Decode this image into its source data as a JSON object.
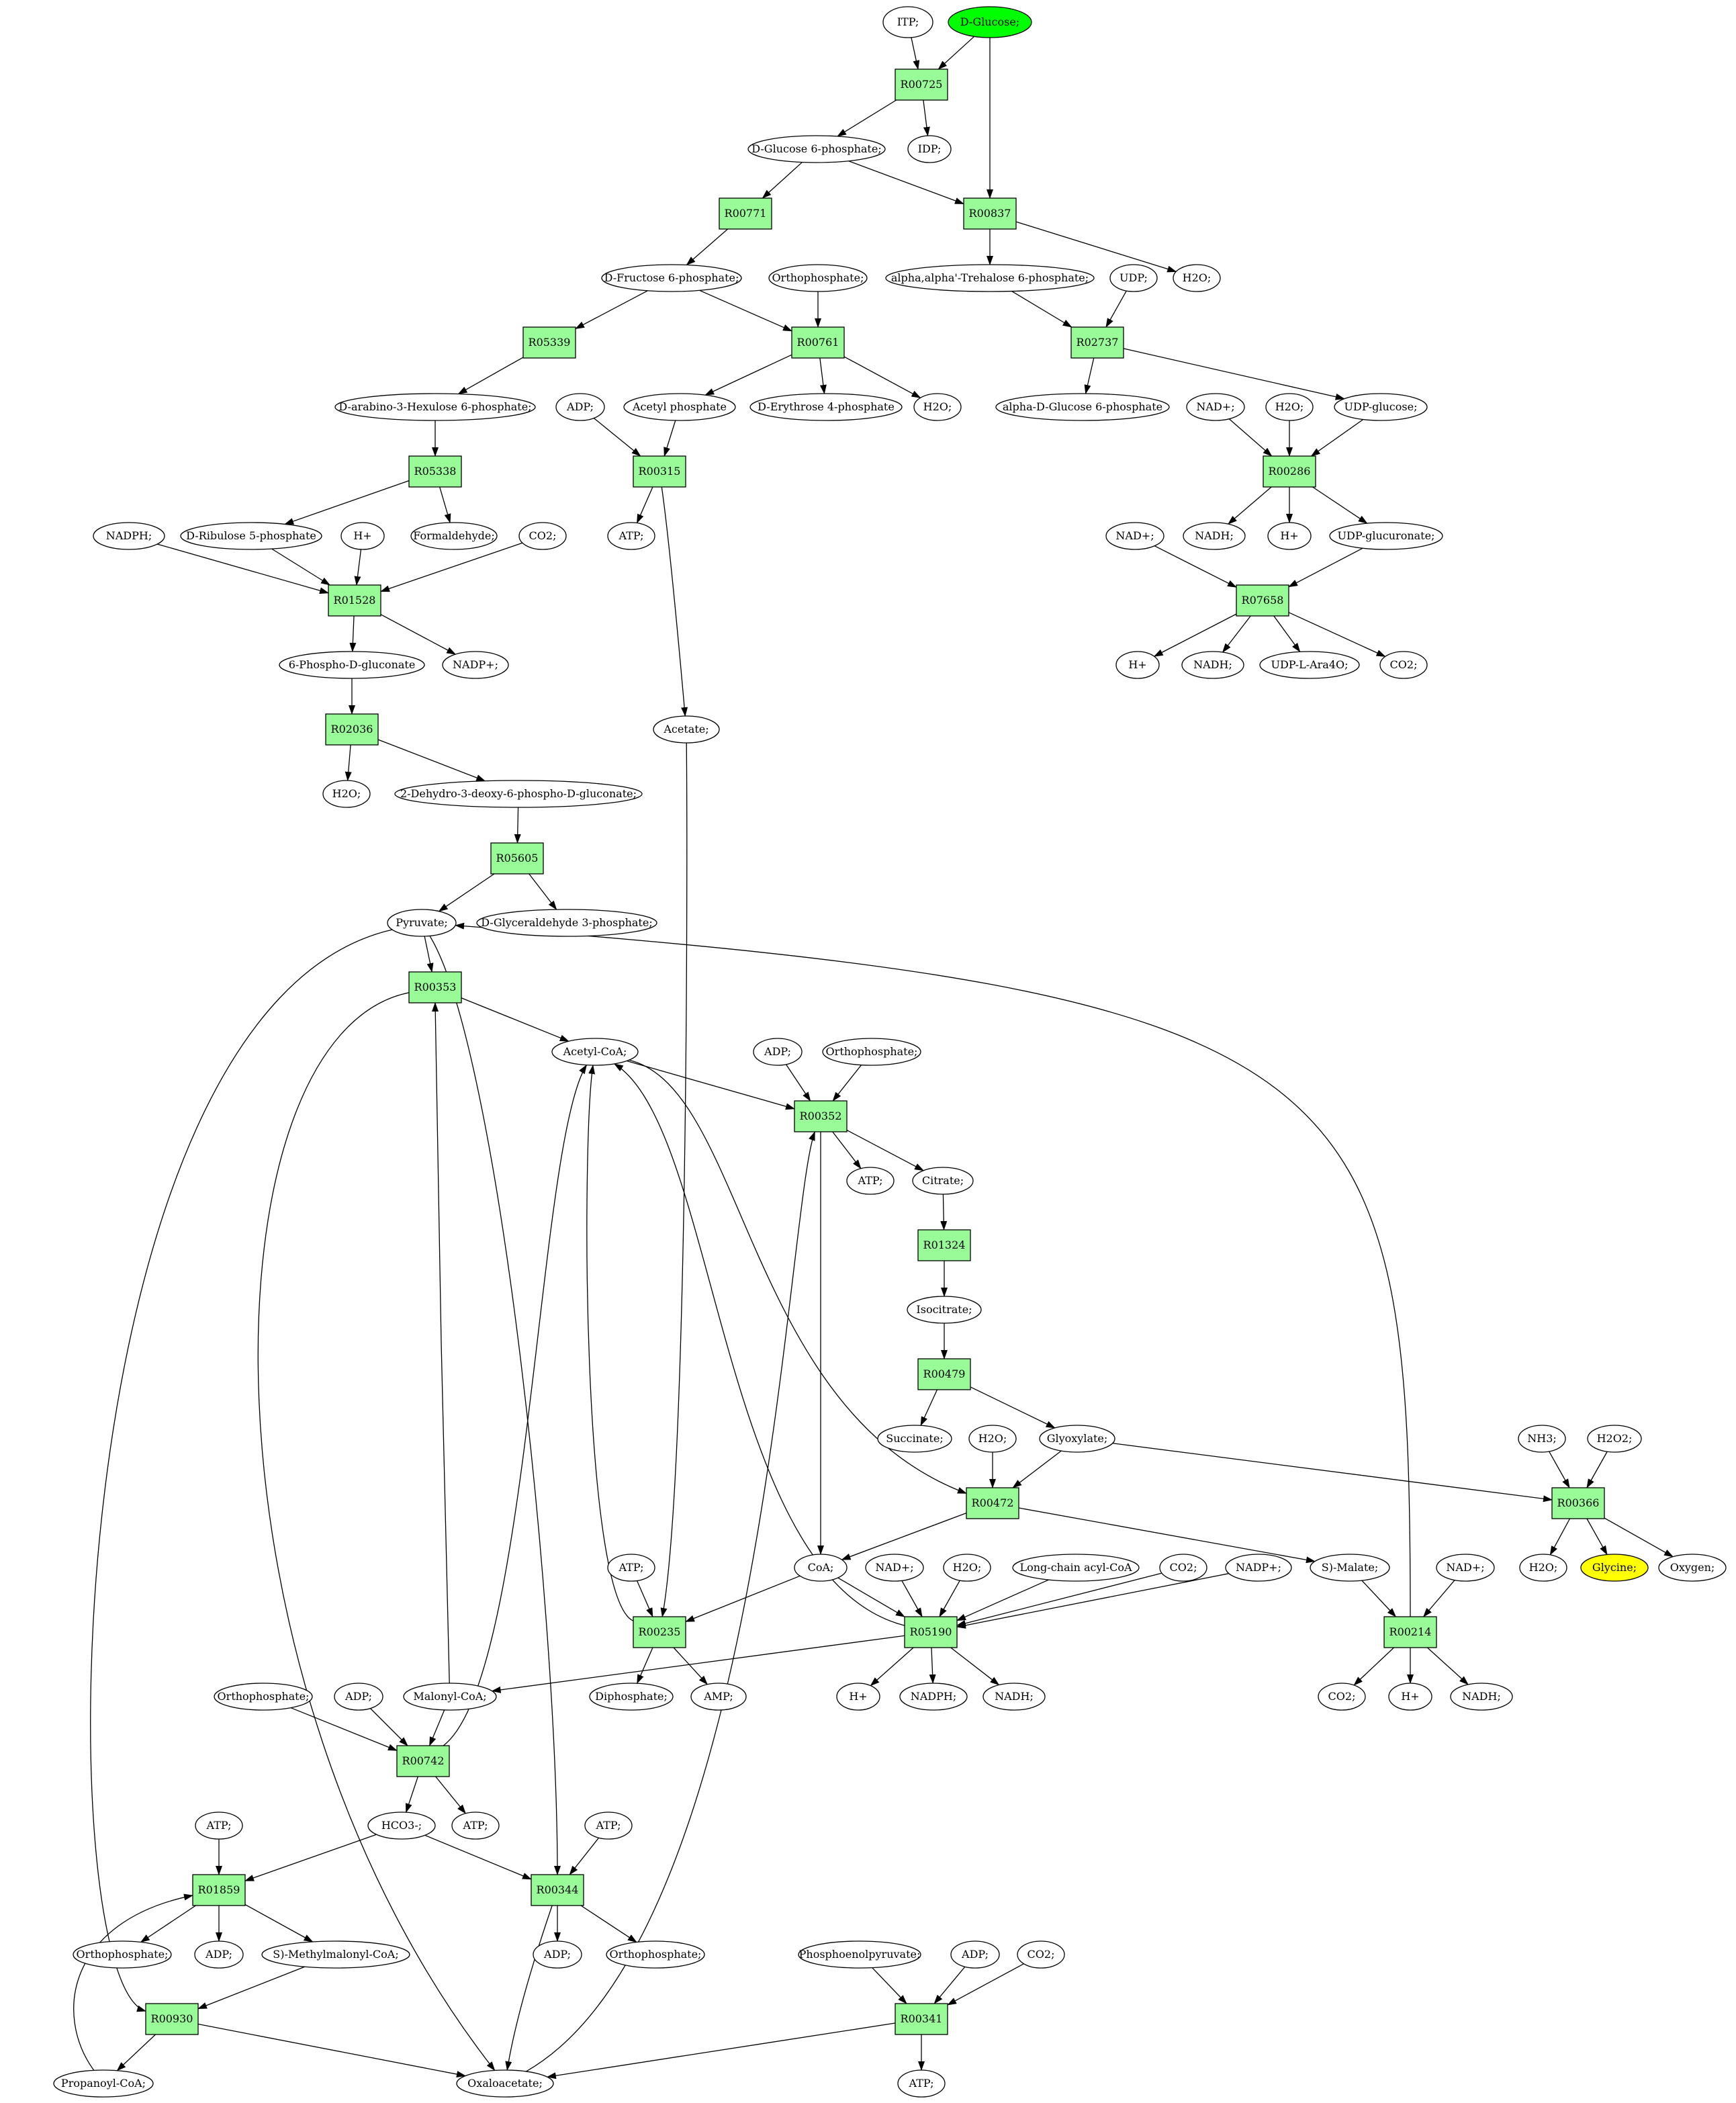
{
  "colors": {
    "reaction_fill": "#98fb98",
    "start_fill": "#00ff00",
    "target_fill": "#ffff00",
    "metabolite_fill": "#ffffff"
  },
  "nodes": [
    {
      "id": "itp",
      "label": "ITP;",
      "kind": "met"
    },
    {
      "id": "dglucose",
      "label": "D-Glucose;",
      "kind": "start"
    },
    {
      "id": "R00725",
      "label": "R00725",
      "kind": "rxn"
    },
    {
      "id": "g6p",
      "label": "D-Glucose 6-phosphate;",
      "kind": "met"
    },
    {
      "id": "idp",
      "label": "IDP;",
      "kind": "met"
    },
    {
      "id": "R00771",
      "label": "R00771",
      "kind": "rxn"
    },
    {
      "id": "R00837",
      "label": "R00837",
      "kind": "rxn"
    },
    {
      "id": "f6p",
      "label": "D-Fructose 6-phosphate;",
      "kind": "met"
    },
    {
      "id": "pi_1",
      "label": "Orthophosphate;",
      "kind": "met"
    },
    {
      "id": "t6p",
      "label": "alpha,alpha'-Trehalose 6-phosphate;",
      "kind": "met"
    },
    {
      "id": "udp",
      "label": "UDP;",
      "kind": "met"
    },
    {
      "id": "h2o_1",
      "label": "H2O;",
      "kind": "met"
    },
    {
      "id": "R05339",
      "label": "R05339",
      "kind": "rxn"
    },
    {
      "id": "R00761",
      "label": "R00761",
      "kind": "rxn"
    },
    {
      "id": "R02737",
      "label": "R02737",
      "kind": "rxn"
    },
    {
      "id": "hexulose",
      "label": "D-arabino-3-Hexulose 6-phosphate;",
      "kind": "met"
    },
    {
      "id": "adp_1",
      "label": "ADP;",
      "kind": "met"
    },
    {
      "id": "acp",
      "label": "Acetyl phosphate",
      "kind": "met"
    },
    {
      "id": "e4p",
      "label": "D-Erythrose 4-phosphate",
      "kind": "met"
    },
    {
      "id": "h2o_2",
      "label": "H2O;",
      "kind": "met"
    },
    {
      "id": "ag6p",
      "label": "alpha-D-Glucose 6-phosphate",
      "kind": "met"
    },
    {
      "id": "nad_1",
      "label": "NAD+;",
      "kind": "met"
    },
    {
      "id": "h2o_3",
      "label": "H2O;",
      "kind": "met"
    },
    {
      "id": "udpglc",
      "label": "UDP-glucose;",
      "kind": "met"
    },
    {
      "id": "R05338",
      "label": "R05338",
      "kind": "rxn"
    },
    {
      "id": "R00315",
      "label": "R00315",
      "kind": "rxn"
    },
    {
      "id": "R00286",
      "label": "R00286",
      "kind": "rxn"
    },
    {
      "id": "nadph_1",
      "label": "NADPH;",
      "kind": "met"
    },
    {
      "id": "ru5p",
      "label": "D-Ribulose 5-phosphate",
      "kind": "met"
    },
    {
      "id": "hplus_1",
      "label": "H+",
      "kind": "met"
    },
    {
      "id": "formald",
      "label": "Formaldehyde;",
      "kind": "met"
    },
    {
      "id": "co2_1",
      "label": "CO2;",
      "kind": "met"
    },
    {
      "id": "atp_1",
      "label": "ATP;",
      "kind": "met"
    },
    {
      "id": "nad_2",
      "label": "NAD+;",
      "kind": "met"
    },
    {
      "id": "nadh_1",
      "label": "NADH;",
      "kind": "met"
    },
    {
      "id": "hplus_2",
      "label": "H+",
      "kind": "met"
    },
    {
      "id": "udpglcur",
      "label": "UDP-glucuronate;",
      "kind": "met"
    },
    {
      "id": "R01528",
      "label": "R01528",
      "kind": "rxn"
    },
    {
      "id": "R07658",
      "label": "R07658",
      "kind": "rxn"
    },
    {
      "id": "pgluconate",
      "label": "6-Phospho-D-gluconate",
      "kind": "met"
    },
    {
      "id": "nadp_1",
      "label": "NADP+;",
      "kind": "met"
    },
    {
      "id": "hplus_3",
      "label": "H+",
      "kind": "met"
    },
    {
      "id": "nadh_2",
      "label": "NADH;",
      "kind": "met"
    },
    {
      "id": "udpara",
      "label": "UDP-L-Ara4O;",
      "kind": "met"
    },
    {
      "id": "co2_2",
      "label": "CO2;",
      "kind": "met"
    },
    {
      "id": "R02036",
      "label": "R02036",
      "kind": "rxn"
    },
    {
      "id": "acetate",
      "label": "Acetate;",
      "kind": "met"
    },
    {
      "id": "h2o_4",
      "label": "H2O;",
      "kind": "met"
    },
    {
      "id": "kdpg",
      "label": "2-Dehydro-3-deoxy-6-phospho-D-gluconate;",
      "kind": "met"
    },
    {
      "id": "R05605",
      "label": "R05605",
      "kind": "rxn"
    },
    {
      "id": "pyruvate",
      "label": "Pyruvate;",
      "kind": "met"
    },
    {
      "id": "gap",
      "label": "D-Glyceraldehyde 3-phosphate;",
      "kind": "met"
    },
    {
      "id": "R00353",
      "label": "R00353",
      "kind": "rxn"
    },
    {
      "id": "acoa",
      "label": "Acetyl-CoA;",
      "kind": "met"
    },
    {
      "id": "adp_2",
      "label": "ADP;",
      "kind": "met"
    },
    {
      "id": "pi_2",
      "label": "Orthophosphate;",
      "kind": "met"
    },
    {
      "id": "R00352",
      "label": "R00352",
      "kind": "rxn"
    },
    {
      "id": "atp_2",
      "label": "ATP;",
      "kind": "met"
    },
    {
      "id": "citrate",
      "label": "Citrate;",
      "kind": "met"
    },
    {
      "id": "R01324",
      "label": "R01324",
      "kind": "rxn"
    },
    {
      "id": "isocitrate",
      "label": "Isocitrate;",
      "kind": "met"
    },
    {
      "id": "R00479",
      "label": "R00479",
      "kind": "rxn"
    },
    {
      "id": "succinate",
      "label": "Succinate;",
      "kind": "met"
    },
    {
      "id": "h2o_5",
      "label": "H2O;",
      "kind": "met"
    },
    {
      "id": "glyoxylate",
      "label": "Glyoxylate;",
      "kind": "met"
    },
    {
      "id": "nh3",
      "label": "NH3;",
      "kind": "met"
    },
    {
      "id": "h2o2",
      "label": "H2O2;",
      "kind": "met"
    },
    {
      "id": "R00472",
      "label": "R00472",
      "kind": "rxn"
    },
    {
      "id": "R00366",
      "label": "R00366",
      "kind": "rxn"
    },
    {
      "id": "atp_3",
      "label": "ATP;",
      "kind": "met"
    },
    {
      "id": "coa",
      "label": "CoA;",
      "kind": "met"
    },
    {
      "id": "nad_3",
      "label": "NAD+;",
      "kind": "met"
    },
    {
      "id": "h2o_6",
      "label": "H2O;",
      "kind": "met"
    },
    {
      "id": "lcacoa",
      "label": "Long-chain acyl-CoA",
      "kind": "met"
    },
    {
      "id": "co2_3",
      "label": "CO2;",
      "kind": "met"
    },
    {
      "id": "nadp_2",
      "label": "NADP+;",
      "kind": "met"
    },
    {
      "id": "smalate",
      "label": "S)-Malate;",
      "kind": "met"
    },
    {
      "id": "nad_4",
      "label": "NAD+;",
      "kind": "met"
    },
    {
      "id": "h2o_7",
      "label": "H2O;",
      "kind": "met"
    },
    {
      "id": "glycine",
      "label": "Glycine;",
      "kind": "target"
    },
    {
      "id": "oxygen",
      "label": "Oxygen;",
      "kind": "met"
    },
    {
      "id": "R00235",
      "label": "R00235",
      "kind": "rxn"
    },
    {
      "id": "R05190",
      "label": "R05190",
      "kind": "rxn"
    },
    {
      "id": "R00214",
      "label": "R00214",
      "kind": "rxn"
    },
    {
      "id": "pi_3",
      "label": "Orthophosphate;",
      "kind": "met"
    },
    {
      "id": "adp_3",
      "label": "ADP;",
      "kind": "met"
    },
    {
      "id": "malcoa",
      "label": "Malonyl-CoA;",
      "kind": "met"
    },
    {
      "id": "ppi",
      "label": "Diphosphate;",
      "kind": "met"
    },
    {
      "id": "amp",
      "label": "AMP;",
      "kind": "met"
    },
    {
      "id": "hplus_4",
      "label": "H+",
      "kind": "met"
    },
    {
      "id": "nadph_2",
      "label": "NADPH;",
      "kind": "met"
    },
    {
      "id": "nadh_3",
      "label": "NADH;",
      "kind": "met"
    },
    {
      "id": "co2_4",
      "label": "CO2;",
      "kind": "met"
    },
    {
      "id": "hplus_5",
      "label": "H+",
      "kind": "met"
    },
    {
      "id": "nadh_4",
      "label": "NADH;",
      "kind": "met"
    },
    {
      "id": "R00742",
      "label": "R00742",
      "kind": "rxn"
    },
    {
      "id": "atp_4",
      "label": "ATP;",
      "kind": "met"
    },
    {
      "id": "hco3",
      "label": "HCO3-;",
      "kind": "met"
    },
    {
      "id": "atp_5",
      "label": "ATP;",
      "kind": "met"
    },
    {
      "id": "atp_6",
      "label": "ATP;",
      "kind": "met"
    },
    {
      "id": "R01859",
      "label": "R01859",
      "kind": "rxn"
    },
    {
      "id": "R00344",
      "label": "R00344",
      "kind": "rxn"
    },
    {
      "id": "pi_4",
      "label": "Orthophosphate;",
      "kind": "met"
    },
    {
      "id": "adp_4",
      "label": "ADP;",
      "kind": "met"
    },
    {
      "id": "smmcoa",
      "label": "S)-Methylmalonyl-CoA;",
      "kind": "met"
    },
    {
      "id": "adp_5",
      "label": "ADP;",
      "kind": "met"
    },
    {
      "id": "pi_5",
      "label": "Orthophosphate;",
      "kind": "met"
    },
    {
      "id": "pep",
      "label": "Phosphoenolpyruvate;",
      "kind": "met"
    },
    {
      "id": "adp_6",
      "label": "ADP;",
      "kind": "met"
    },
    {
      "id": "co2_5",
      "label": "CO2;",
      "kind": "met"
    },
    {
      "id": "R00930",
      "label": "R00930",
      "kind": "rxn"
    },
    {
      "id": "R00341",
      "label": "R00341",
      "kind": "rxn"
    },
    {
      "id": "propcoa",
      "label": "Propanoyl-CoA;",
      "kind": "met"
    },
    {
      "id": "oaa",
      "label": "Oxaloacetate;",
      "kind": "met"
    },
    {
      "id": "atp_7",
      "label": "ATP;",
      "kind": "met"
    }
  ],
  "edges": [
    [
      "itp",
      "R00725"
    ],
    [
      "dglucose",
      "R00725"
    ],
    [
      "R00725",
      "g6p"
    ],
    [
      "R00725",
      "idp"
    ],
    [
      "dglucose",
      "R00837"
    ],
    [
      "g6p",
      "R00771"
    ],
    [
      "g6p",
      "R00837"
    ],
    [
      "R00771",
      "f6p"
    ],
    [
      "R00837",
      "t6p"
    ],
    [
      "R00837",
      "h2o_1"
    ],
    [
      "f6p",
      "R05339"
    ],
    [
      "f6p",
      "R00761"
    ],
    [
      "pi_1",
      "R00761"
    ],
    [
      "t6p",
      "R02737"
    ],
    [
      "udp",
      "R02737"
    ],
    [
      "R05339",
      "hexulose"
    ],
    [
      "R00761",
      "acp"
    ],
    [
      "R00761",
      "e4p"
    ],
    [
      "R00761",
      "h2o_2"
    ],
    [
      "R02737",
      "ag6p"
    ],
    [
      "R02737",
      "udpglc"
    ],
    [
      "hexulose",
      "R05338"
    ],
    [
      "adp_1",
      "R00315"
    ],
    [
      "acp",
      "R00315"
    ],
    [
      "nad_1",
      "R00286"
    ],
    [
      "h2o_3",
      "R00286"
    ],
    [
      "udpglc",
      "R00286"
    ],
    [
      "R05338",
      "ru5p"
    ],
    [
      "R05338",
      "formald"
    ],
    [
      "R00315",
      "atp_1"
    ],
    [
      "R00315",
      "acetate"
    ],
    [
      "R00286",
      "nadh_1"
    ],
    [
      "R00286",
      "hplus_2"
    ],
    [
      "R00286",
      "udpglcur"
    ],
    [
      "nadph_1",
      "R01528"
    ],
    [
      "ru5p",
      "R01528"
    ],
    [
      "hplus_1",
      "R01528"
    ],
    [
      "co2_1",
      "R01528"
    ],
    [
      "nad_2",
      "R07658"
    ],
    [
      "udpglcur",
      "R07658"
    ],
    [
      "R01528",
      "pgluconate"
    ],
    [
      "R01528",
      "nadp_1"
    ],
    [
      "R07658",
      "hplus_3"
    ],
    [
      "R07658",
      "nadh_2"
    ],
    [
      "R07658",
      "udpara"
    ],
    [
      "R07658",
      "co2_2"
    ],
    [
      "pgluconate",
      "R02036"
    ],
    [
      "R02036",
      "h2o_4"
    ],
    [
      "R02036",
      "kdpg"
    ],
    [
      "kdpg",
      "R05605"
    ],
    [
      "R05605",
      "pyruvate"
    ],
    [
      "R05605",
      "gap"
    ],
    [
      "pyruvate",
      "R00353"
    ],
    [
      "R00353",
      "acoa"
    ],
    [
      "adp_2",
      "R00352"
    ],
    [
      "pi_2",
      "R00352"
    ],
    [
      "acoa",
      "R00352"
    ],
    [
      "R00352",
      "atp_2"
    ],
    [
      "R00352",
      "citrate"
    ],
    [
      "R00352",
      "coa"
    ],
    [
      "citrate",
      "R01324"
    ],
    [
      "R01324",
      "isocitrate"
    ],
    [
      "isocitrate",
      "R00479"
    ],
    [
      "R00479",
      "succinate"
    ],
    [
      "R00479",
      "glyoxylate"
    ],
    [
      "h2o_5",
      "R00472"
    ],
    [
      "glyoxylate",
      "R00472"
    ],
    [
      "acoa",
      "R00472"
    ],
    [
      "glyoxylate",
      "R00366"
    ],
    [
      "nh3",
      "R00366"
    ],
    [
      "h2o2",
      "R00366"
    ],
    [
      "R00472",
      "coa"
    ],
    [
      "R00472",
      "smalate"
    ],
    [
      "R00366",
      "h2o_7"
    ],
    [
      "R00366",
      "glycine"
    ],
    [
      "R00366",
      "oxygen"
    ],
    [
      "atp_3",
      "R00235"
    ],
    [
      "coa",
      "R00235"
    ],
    [
      "acetate",
      "R00235"
    ],
    [
      "coa",
      "R05190"
    ],
    [
      "nad_3",
      "R05190"
    ],
    [
      "h2o_6",
      "R05190"
    ],
    [
      "lcacoa",
      "R05190"
    ],
    [
      "co2_3",
      "R05190"
    ],
    [
      "nadp_2",
      "R05190"
    ],
    [
      "smalate",
      "R00214"
    ],
    [
      "nad_4",
      "R00214"
    ],
    [
      "R00235",
      "acoa"
    ],
    [
      "R00235",
      "ppi"
    ],
    [
      "R00235",
      "amp"
    ],
    [
      "R05190",
      "acoa"
    ],
    [
      "R05190",
      "malcoa"
    ],
    [
      "R05190",
      "hplus_4"
    ],
    [
      "R05190",
      "nadph_2"
    ],
    [
      "R05190",
      "nadh_3"
    ],
    [
      "R00214",
      "co2_4"
    ],
    [
      "R00214",
      "hplus_5"
    ],
    [
      "R00214",
      "nadh_4"
    ],
    [
      "R00214",
      "pyruvate"
    ],
    [
      "malcoa",
      "R00353"
    ],
    [
      "pi_3",
      "R00742"
    ],
    [
      "adp_3",
      "R00742"
    ],
    [
      "malcoa",
      "R00742"
    ],
    [
      "R00742",
      "acoa"
    ],
    [
      "R00742",
      "hco3"
    ],
    [
      "R00742",
      "atp_4"
    ],
    [
      "atp_5",
      "R01859"
    ],
    [
      "hco3",
      "R01859"
    ],
    [
      "propcoa",
      "R01859"
    ],
    [
      "hco3",
      "R00344"
    ],
    [
      "atp_6",
      "R00344"
    ],
    [
      "pyruvate",
      "R00344"
    ],
    [
      "R01859",
      "pi_4"
    ],
    [
      "R01859",
      "adp_4"
    ],
    [
      "R01859",
      "smmcoa"
    ],
    [
      "R00344",
      "adp_5"
    ],
    [
      "R00344",
      "pi_5"
    ],
    [
      "R00344",
      "oaa"
    ],
    [
      "smmcoa",
      "R00930"
    ],
    [
      "pyruvate",
      "R00930"
    ],
    [
      "R00930",
      "propcoa"
    ],
    [
      "R00930",
      "oaa"
    ],
    [
      "pep",
      "R00341"
    ],
    [
      "adp_6",
      "R00341"
    ],
    [
      "co2_5",
      "R00341"
    ],
    [
      "R00341",
      "oaa"
    ],
    [
      "R00341",
      "atp_7"
    ],
    [
      "R00353",
      "oaa"
    ],
    [
      "oaa",
      "R00352"
    ]
  ]
}
